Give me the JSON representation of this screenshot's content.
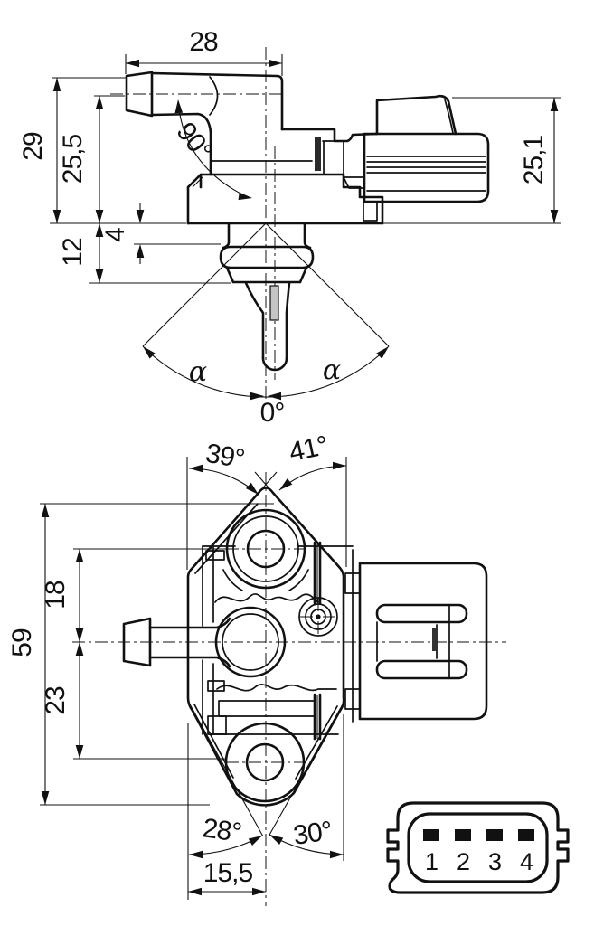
{
  "title": "sensor-dimension-drawing",
  "colors": {
    "ink": "#111111",
    "background": "#ffffff"
  },
  "side_view": {
    "dim_width_top": "28",
    "dim_height_overall": "29",
    "dim_height_body": "25,5",
    "dim_step": "4",
    "dim_probe_offset": "12",
    "dim_bend_angle": "90°",
    "dim_connector_height": "25,1",
    "alpha_left": "α",
    "alpha_right": "α",
    "dim_zero_angle": "0°"
  },
  "front_view": {
    "dim_angle_left_top": "39°",
    "dim_angle_right_top": "41°",
    "dim_height_overall": "59",
    "dim_hole_to_axis": "18",
    "dim_axis_to_hole": "23",
    "dim_angle_left_bottom": "28°",
    "dim_angle_right_bottom": "30°",
    "dim_offset_bottom": "15,5"
  },
  "connector_pinout": {
    "pins": [
      "1",
      "2",
      "3",
      "4"
    ]
  }
}
